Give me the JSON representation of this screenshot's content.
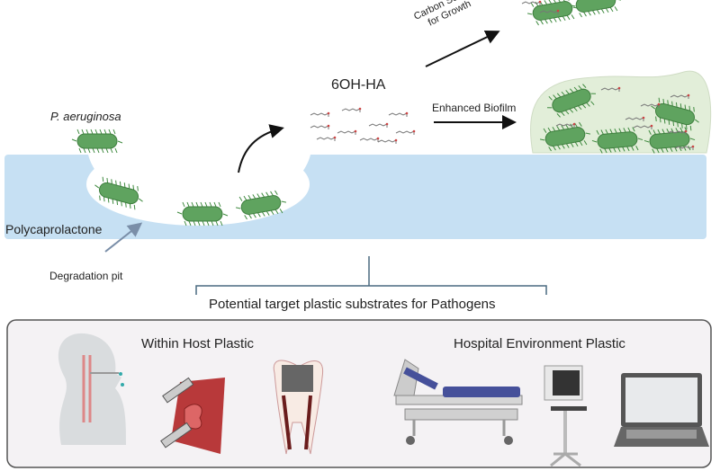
{
  "labels": {
    "organism": "P. aeruginosa",
    "compound": "6OH-HA",
    "carbon_source": "Carbon Source",
    "for_growth": "for Growth",
    "enhanced_biofilm": "Enhanced Biofilm",
    "substrate": "Polycaprolactone",
    "degradation_pit": "Degradation pit",
    "target_title": "Potential target plastic substrates for Pathogens",
    "within_host": "Within Host Plastic",
    "hospital_env": "Hospital Environment Plastic"
  },
  "colors": {
    "bacteria": "#5fa35f",
    "plastic": "#c6e0f3",
    "biofilm": "#e2eed9",
    "panel": "#f4f2f4"
  },
  "icons": [
    "head-tube-icon",
    "heart-valve-icon",
    "tooth-implant-icon",
    "hospital-bed-icon",
    "monitor-stand-icon",
    "laptop-icon"
  ]
}
